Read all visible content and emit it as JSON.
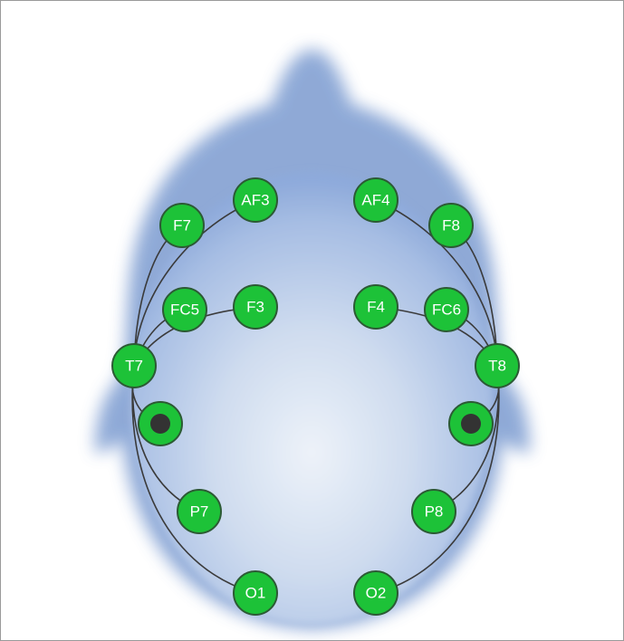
{
  "colors": {
    "head_fill": "#c7d6ee",
    "head_shadow": "#6d8fc6",
    "electrode_fill": "#1dc238",
    "electrode_stroke": "#2c5a34",
    "wire": "#3a3a3a",
    "reference_dot": "#333333"
  },
  "electrodes": [
    {
      "id": "AF3",
      "label": "AF3"
    },
    {
      "id": "AF4",
      "label": "AF4"
    },
    {
      "id": "F7",
      "label": "F7"
    },
    {
      "id": "F8",
      "label": "F8"
    },
    {
      "id": "FC5",
      "label": "FC5"
    },
    {
      "id": "F3",
      "label": "F3"
    },
    {
      "id": "F4",
      "label": "F4"
    },
    {
      "id": "FC6",
      "label": "FC6"
    },
    {
      "id": "T7",
      "label": "T7"
    },
    {
      "id": "T8",
      "label": "T8"
    },
    {
      "id": "P7",
      "label": "P7"
    },
    {
      "id": "P8",
      "label": "P8"
    },
    {
      "id": "O1",
      "label": "O1"
    },
    {
      "id": "O2",
      "label": "O2"
    }
  ],
  "reference_electrodes": [
    {
      "id": "ref-left",
      "icon": "reference-electrode-icon"
    },
    {
      "id": "ref-right",
      "icon": "reference-electrode-icon"
    }
  ]
}
